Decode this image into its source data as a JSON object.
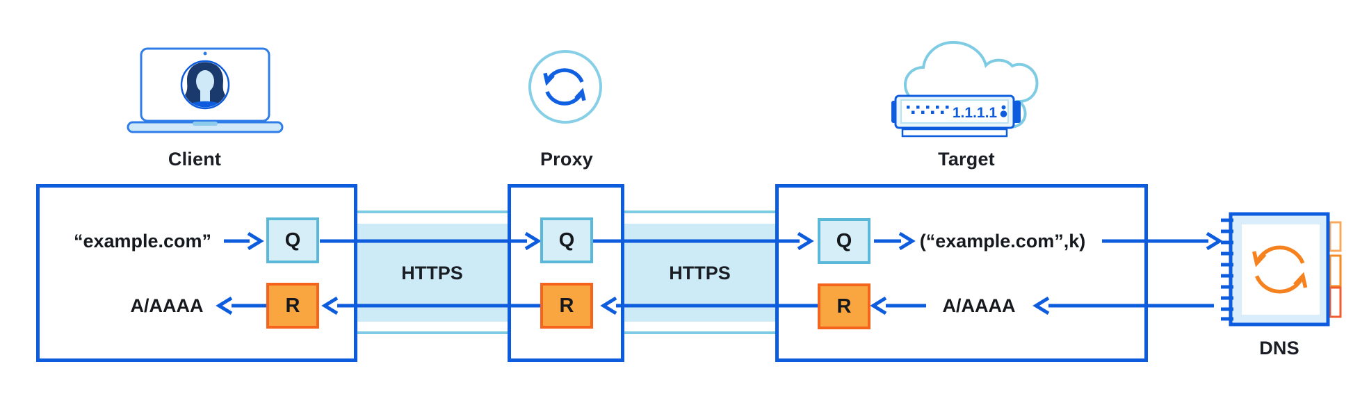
{
  "diagram": {
    "nodes": {
      "client": {
        "label": "Client"
      },
      "proxy": {
        "label": "Proxy"
      },
      "target": {
        "label": "Target",
        "server_ip": "1.1.1.1"
      },
      "dns": {
        "label": "DNS"
      }
    },
    "client_box": {
      "query_input": "“example.com”",
      "response_output": "A/AAAA",
      "q_label": "Q",
      "r_label": "R"
    },
    "proxy_box": {
      "q_label": "Q",
      "r_label": "R"
    },
    "target_box": {
      "query_output": "(“example.com”,k)",
      "response_input": "A/AAAA",
      "q_label": "Q",
      "r_label": "R"
    },
    "channels": [
      {
        "label": "HTTPS"
      },
      {
        "label": "HTTPS"
      }
    ],
    "colors": {
      "primary_blue": "#0d5cde",
      "laptop_blue": "#2e7ce7",
      "light_teal": "#7ecbe4",
      "band_fill": "#cdeaf7",
      "query_fill": "#d6eef8",
      "query_border": "#5cb8d9",
      "response_fill": "#f9a640",
      "response_border": "#f4641c",
      "dns_orange": "#f6821f",
      "text": "#15191e"
    }
  }
}
